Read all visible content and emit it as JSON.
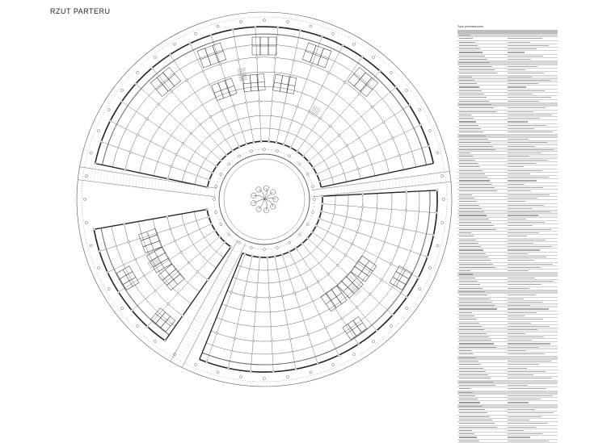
{
  "drawing": {
    "title": "RZUT PARTERU"
  },
  "legend": {
    "title": "Spis pomieszczeń",
    "row_count": 118,
    "section_rows": [
      0,
      8,
      20,
      29,
      69,
      74,
      93,
      100,
      103,
      107
    ],
    "highlight_rows": [
      12,
      13,
      31,
      33,
      35,
      51,
      52,
      78,
      85,
      90
    ]
  }
}
